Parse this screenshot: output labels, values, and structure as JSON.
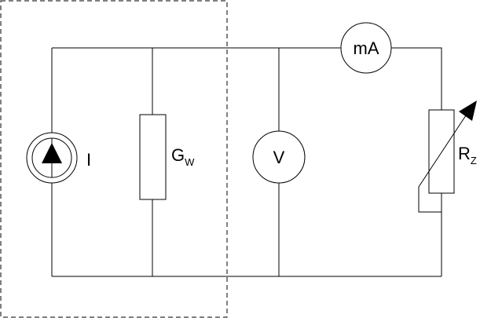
{
  "labels": {
    "current_source": "I",
    "conductance_main": "G",
    "conductance_sub": "W",
    "voltmeter": "V",
    "ammeter": "mA",
    "load_main": "R",
    "load_sub": "Z"
  },
  "colors": {
    "line": "#000000",
    "background": "#ffffff"
  },
  "icons": {
    "current_source": "current-source-icon",
    "variable_resistor": "variable-resistor-icon"
  }
}
